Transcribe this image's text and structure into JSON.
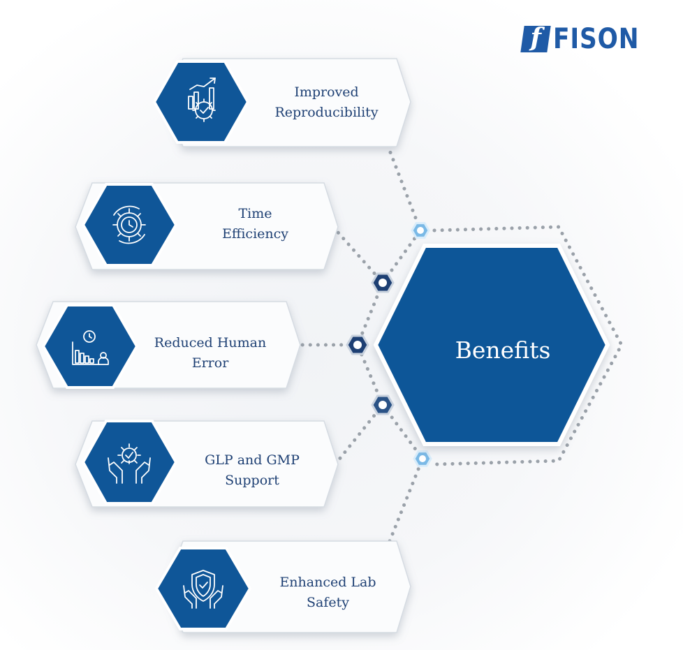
{
  "brand": {
    "logo_letter": "f",
    "name": "FISON",
    "color": "#1f5aa6"
  },
  "center": {
    "label": "Benefits",
    "color": "#0f5698"
  },
  "colors": {
    "hex_fill": "#0f5698",
    "text": "#1d3f73",
    "dots": "#9aa1a9",
    "node_light": "#7ab9e6",
    "node_dark": "#1d3f73"
  },
  "benefits": [
    {
      "line1": "Improved",
      "line2": "Reproducibility",
      "icon": "growth-gear-icon"
    },
    {
      "line1": "Time",
      "line2": "Efficiency",
      "icon": "clock-gear-icon"
    },
    {
      "line1": "Reduced Human",
      "line2": "Error",
      "icon": "declining-chart-person-icon"
    },
    {
      "line1": "GLP and GMP",
      "line2": "Support",
      "icon": "hands-gear-icon"
    },
    {
      "line1": "Enhanced Lab",
      "line2": "Safety",
      "icon": "shield-hands-icon"
    }
  ]
}
